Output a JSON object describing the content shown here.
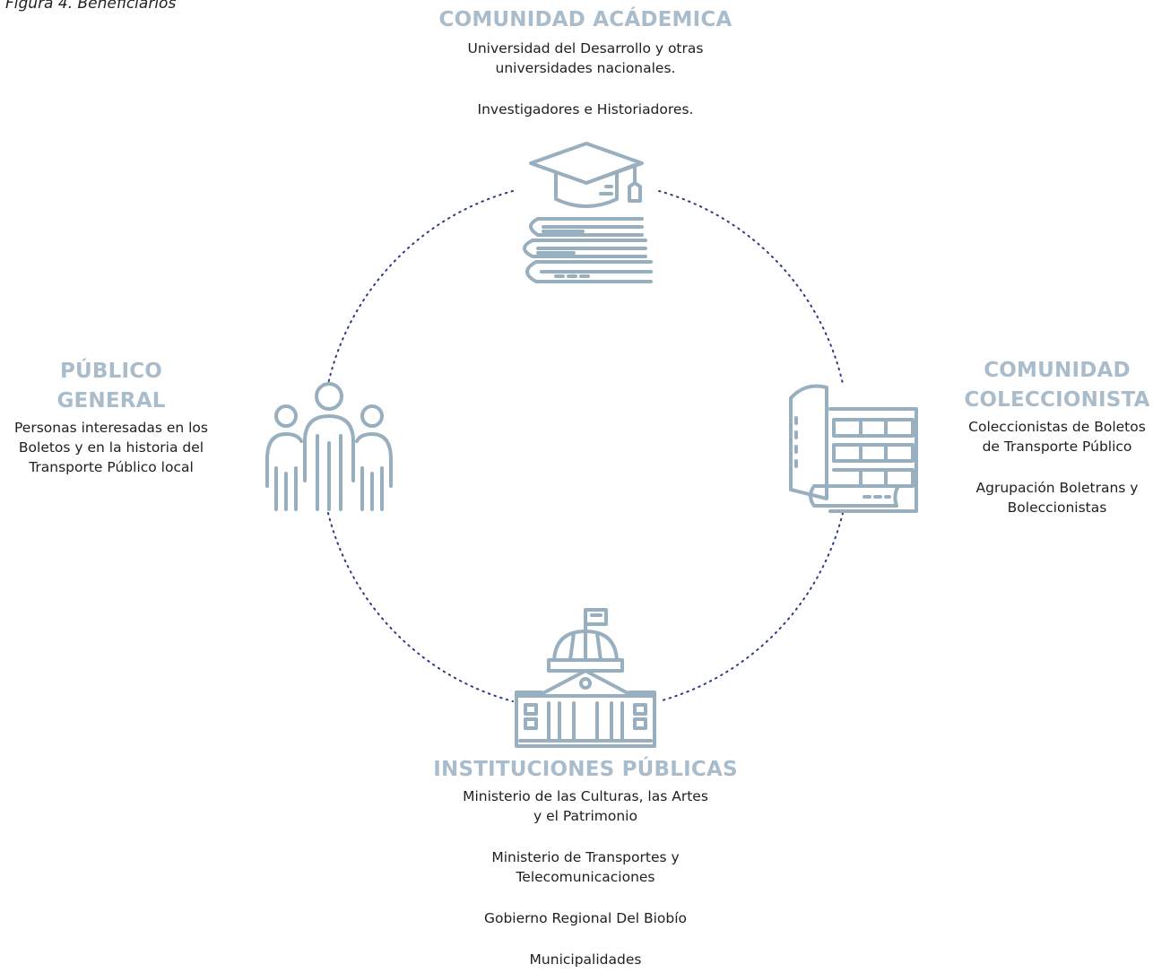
{
  "caption": "Figura 4. Beneficiarios",
  "colors": {
    "heading": "#a9bccb",
    "icon_stroke": "#97afbf",
    "ring_dots": "#2d3a86"
  },
  "academica": {
    "icon": "graduation-cap-books-icon",
    "title": "COMUNIDAD ACÁDEMICA",
    "lines": [
      "Universidad del Desarrollo y otras",
      "universidades nacionales.",
      "Investigadores e Historiadores."
    ]
  },
  "publico": {
    "icon": "people-group-icon",
    "title_lines": [
      "PÚBLICO",
      "GENERAL"
    ],
    "lines": [
      "Personas interesadas en los",
      "Boletos y en la historia del",
      "Transporte Público local"
    ]
  },
  "coleccionista": {
    "icon": "ticket-album-icon",
    "title_lines": [
      "COMUNIDAD",
      "COLECCIONISTA"
    ],
    "lines": [
      "Coleccionistas de Boletos",
      "de Transporte Público",
      "Agrupación Boletrans y",
      "Boleccionistas"
    ]
  },
  "instituciones": {
    "icon": "government-building-icon",
    "title": "INSTITUCIONES PÚBLICAS",
    "lines": [
      "Ministerio de las Culturas, las Artes",
      "y el Patrimonio",
      "Ministerio de Transportes y",
      "Telecomunicaciones",
      "Gobierno Regional Del Biobío",
      "Municipalidades"
    ]
  }
}
